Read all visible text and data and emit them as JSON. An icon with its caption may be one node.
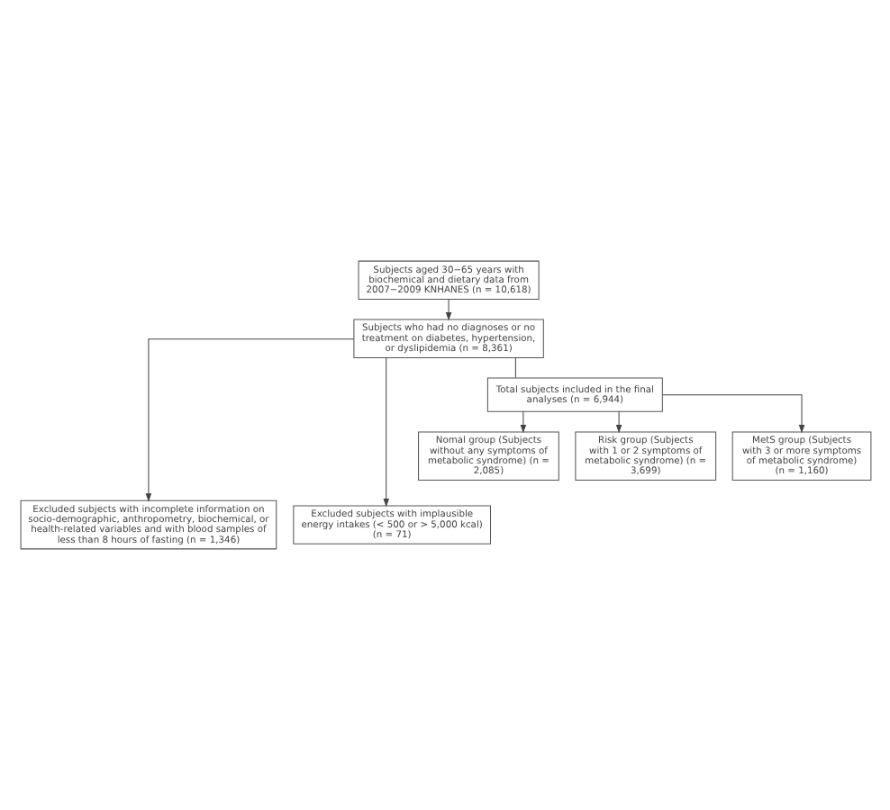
{
  "diagram": {
    "nodes": [
      {
        "text": [
          "Subjects aged 30−65 years with biochemical and dietary data from 2007−2009 KNHANES (n = 10,618)"
        ]
      },
      {
        "text": [
          "Subjects who had no diagnoses or no treatment on diabetes, hypertension, or dyslipidemia (n = 8,361)"
        ]
      },
      {
        "text": [
          "Excluded subjects with incomplete information on socio-demographic, anthropometry, biochemical, or health-related variables and with blood samples of less than 8 hours of fasting (n = 1,346)"
        ]
      },
      {
        "text": [
          "Excluded subjects with implausible energy intakes (< 500 or > 5,000 kcal) (n = 71)"
        ]
      },
      {
        "text": [
          "Total subjects included in the final analyses (n = 6,944)"
        ]
      },
      {
        "text": [
          "Nomal group (Subjects without any symptoms of metabolic syndrome) (n = 2,085)"
        ]
      },
      {
        "text": [
          "Risk group (Subjects with 1 or 2 symptoms of metabolic syndrome) (n = 3,699)"
        ]
      },
      {
        "text": [
          "MetS group (Subjects with 3 or more symptoms of metabolic syndrome) (n = 1,160)"
        ]
      }
    ],
    "edges": [
      {
        "from": 0,
        "to": 1,
        "arrow": "to"
      },
      {
        "from": 1,
        "to": 2,
        "arrow": "to"
      },
      {
        "from": 1,
        "to": 3,
        "arrow": "to"
      },
      {
        "from": 1,
        "to": 4,
        "arrow": "none"
      },
      {
        "from": 4,
        "to": 5,
        "arrow": "to"
      },
      {
        "from": 4,
        "to": 6,
        "arrow": "to"
      },
      {
        "from": 4,
        "to": 7,
        "arrow": "to"
      }
    ]
  }
}
